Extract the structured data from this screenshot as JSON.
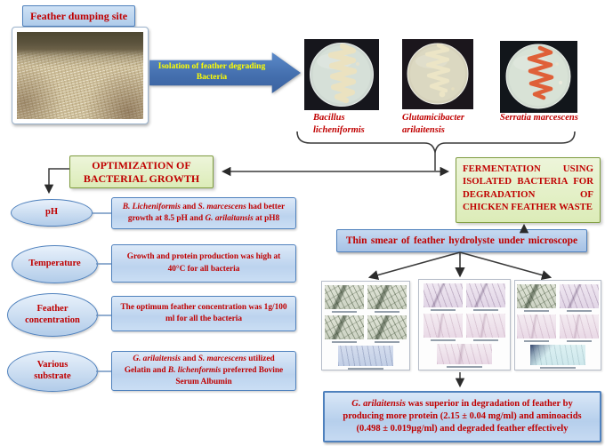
{
  "colors": {
    "accent_red": "#C00000",
    "blue_box_border": "#4F81BD",
    "blue_box_fill": "#C3D8F0",
    "green_box_fill": "#E3EFC6",
    "green_box_border": "#7E9B3F",
    "isolation_arrow_blue": "#4472B8",
    "isolation_arrow_label_yellow": "#FFFF00",
    "connector_gray": "#3A3A3A",
    "serratia_streak_orange": "#DF6038",
    "bacillus_streak_cream": "#EBE2C0"
  },
  "site": {
    "label": "Feather dumping site"
  },
  "isolation_arrow": {
    "label": "Isolation of feather degrading Bacteria"
  },
  "isolates": [
    {
      "name": "Bacillus licheniformis",
      "streak_color": "cream"
    },
    {
      "name": "Glutamicibacter arilaitensis",
      "streak_color": "cream"
    },
    {
      "name": "Serratia marcescens",
      "streak_color": "orange-red"
    }
  ],
  "optimization": {
    "title": "OPTIMIZATION OF BACTERIAL GROWTH",
    "rows": [
      {
        "factor": "pH",
        "finding": [
          {
            "t": "B. Licheniformis",
            "i": true
          },
          {
            "t": " and "
          },
          {
            "t": "S. marcescens",
            "i": true
          },
          {
            "t": " had better growth at 8.5 pH and "
          },
          {
            "t": "G. arilaitansis",
            "i": true
          },
          {
            "t": " at pH8"
          }
        ]
      },
      {
        "factor": "Temperature",
        "finding": [
          {
            "t": "Growth and protein production was high at 40°C for all bacteria"
          }
        ]
      },
      {
        "factor": "Feather concentration",
        "finding": [
          {
            "t": "The optimum feather concentration was 1g/100 ml for all the bacteria"
          }
        ]
      },
      {
        "factor": "Various substrate",
        "finding": [
          {
            "t": "G. arilaitensis",
            "i": true
          },
          {
            "t": " and "
          },
          {
            "t": "S. marcescens",
            "i": true
          },
          {
            "t": " utilized Gelatin and "
          },
          {
            "t": "B. lichenformis",
            "i": true
          },
          {
            "t": " preferred Bovine Serum Albumin"
          }
        ]
      }
    ]
  },
  "fermentation": {
    "title": "FERMENTATION USING ISOLATED BACTERIA FOR DEGRADATION OF CHICKEN FEATHER WASTE"
  },
  "smear": {
    "label": "Thin smear of feather hydrolyste under microscope"
  },
  "conclusion": {
    "finding": [
      {
        "t": "G. arilaitensis",
        "i": true
      },
      {
        "t": " was superior in degradation of feather by producing more protein (2.15 ± 0.04 mg/ml) and aminoacids (0.498 ± 0.019µg/ml) and degraded feather effectively"
      }
    ]
  },
  "micrograph_panels": [
    {
      "tones": [
        "green",
        "green",
        "green",
        "green",
        "blue"
      ],
      "captions_legible": false
    },
    {
      "tones": [
        "purple",
        "purple",
        "pink",
        "pink",
        "pink"
      ],
      "captions_legible": false
    },
    {
      "tones": [
        "green",
        "purple",
        "pink",
        "pink",
        "cyan"
      ],
      "captions_legible": false
    }
  ]
}
